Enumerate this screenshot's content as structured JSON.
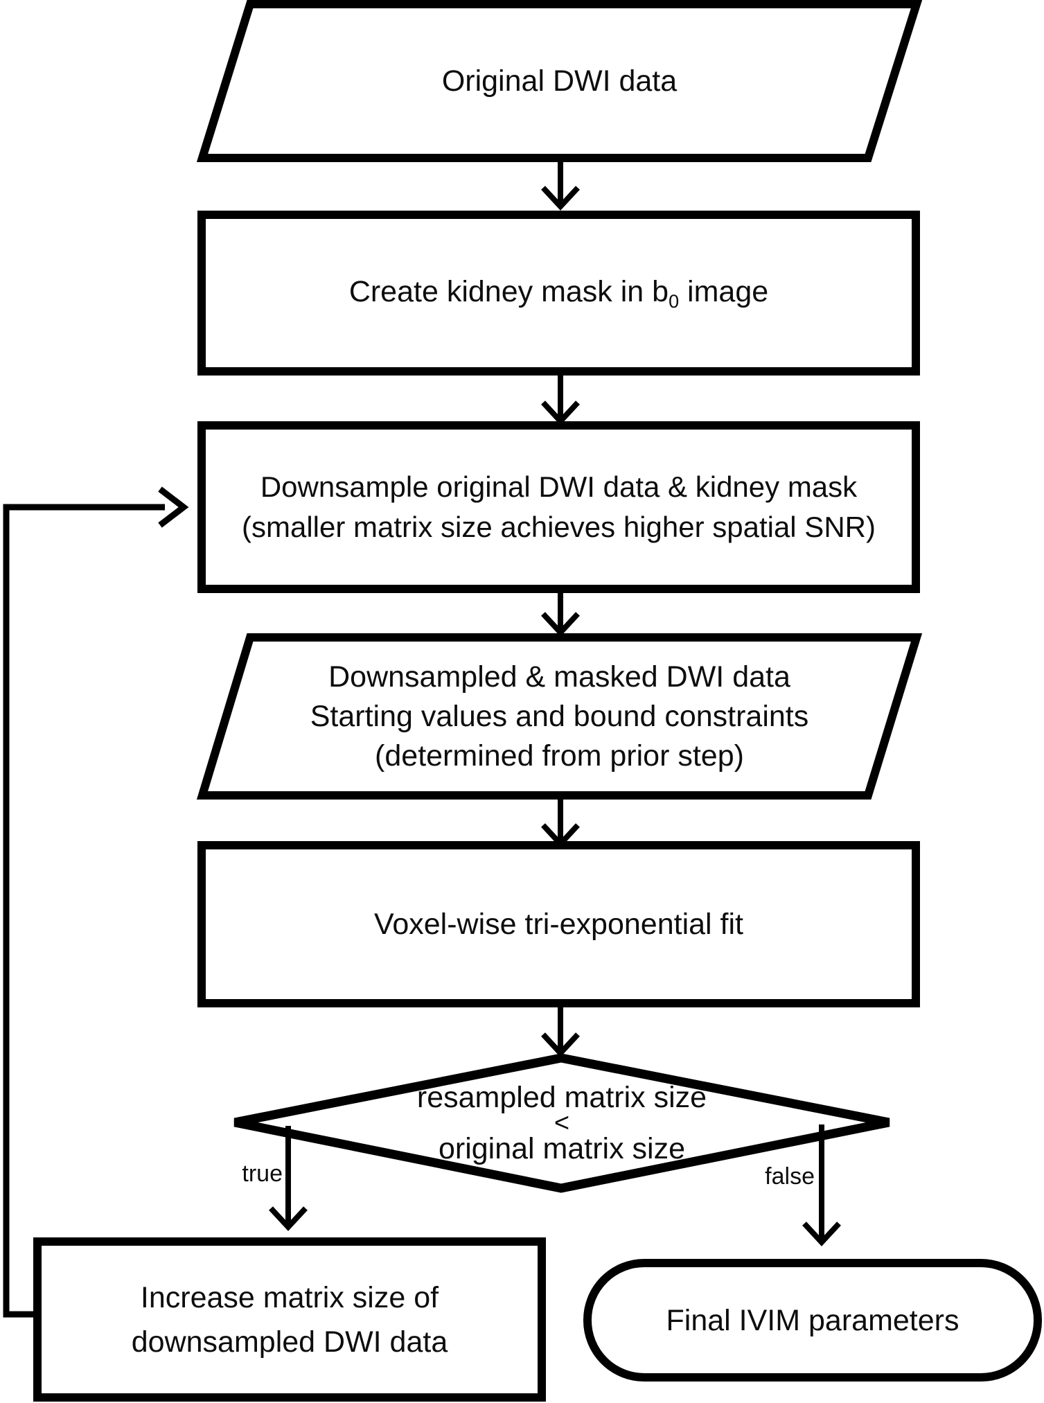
{
  "figure": {
    "type": "flowchart",
    "topic": "IVIM DWI fitting pipeline"
  },
  "nodes": {
    "original_dwi": {
      "label": "Original DWI data"
    },
    "create_mask": {
      "prefix": "Create kidney mask in b",
      "subscript": "0",
      "suffix": " image"
    },
    "downsample": {
      "lines": [
        "Downsample original DWI data & kidney mask",
        "(smaller matrix size achieves higher spatial SNR)"
      ]
    },
    "downsampled_inputs": {
      "lines": [
        "Downsampled & masked DWI data",
        "Starting values and bound constraints",
        "(determined from prior step)"
      ]
    },
    "trifit": {
      "label": "Voxel-wise tri-exponential fit"
    },
    "decision": {
      "line1": "resampled matrix size",
      "operator": "<",
      "line2": "original matrix size"
    },
    "increase_matrix": {
      "lines": [
        "Increase matrix size of",
        "downsampled DWI data"
      ]
    },
    "final": {
      "label": "Final IVIM parameters"
    }
  },
  "branches": {
    "true_label": "true",
    "false_label": "false"
  },
  "colors": {
    "stroke": "#000000",
    "fill": "#ffffff",
    "text": "#0d0d0d"
  }
}
